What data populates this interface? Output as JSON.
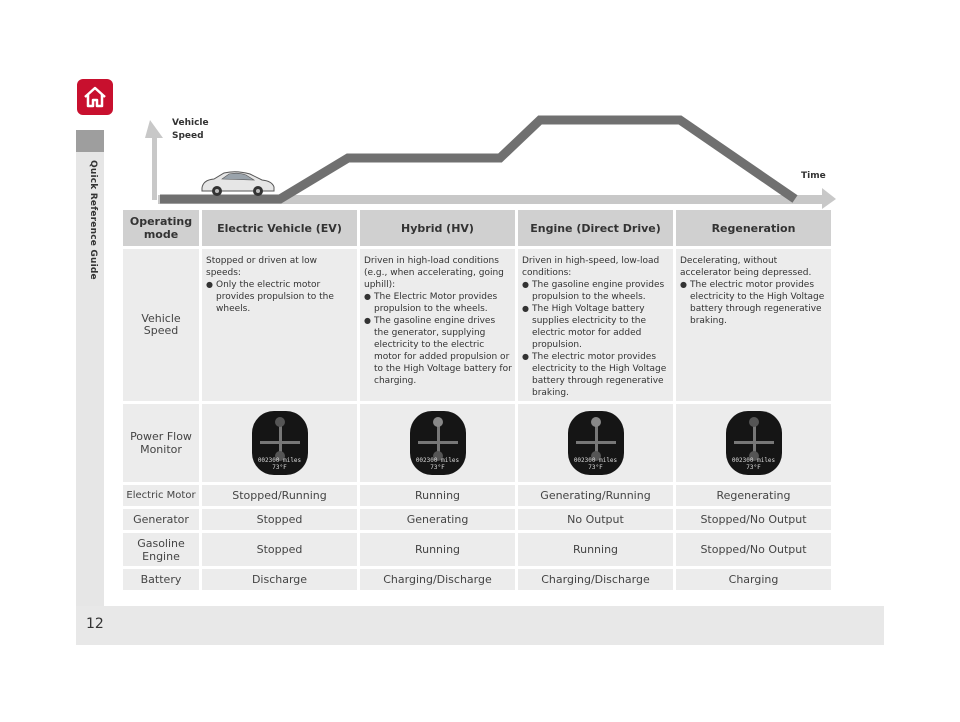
{
  "side_label": "Quick Reference Guide",
  "page_number": "12",
  "chart_labels": {
    "y_axis": "Vehicle\nSpeed",
    "x_axis": "Time"
  },
  "table": {
    "headers": [
      "Operating mode",
      "Electric Vehicle (EV)",
      "Hybrid (HV)",
      "Engine (Direct Drive)",
      "Regeneration"
    ],
    "description_row": {
      "label": "Vehicle Speed",
      "ev": {
        "intro": "Stopped or driven at low speeds:",
        "bullets": [
          "Only the electric motor provides propulsion to the wheels."
        ]
      },
      "hv": {
        "intro": "Driven in high-load conditions (e.g., when accelerating, going uphill):",
        "bullets": [
          "The Electric Motor provides propulsion to the wheels.",
          "The gasoline engine drives the generator, supplying electricity to the electric motor for added propulsion or to the High Voltage battery for charging."
        ]
      },
      "engine": {
        "intro": "Driven in high-speed, low-load conditions:",
        "bullets": [
          "The gasoline engine provides propulsion to the wheels.",
          "The High Voltage battery supplies electricity to the electric motor for added propulsion.",
          "The electric motor provides electricity to the High Voltage battery through regenerative braking."
        ]
      },
      "regen": {
        "intro": "Decelerating, without accelerator being depressed.",
        "bullets": [
          "The electric motor provides electricity to the High Voltage battery through regenerative braking."
        ]
      }
    },
    "monitor_row": {
      "label": "Power Flow Monitor",
      "odometer": "002300 miles",
      "temp": "73°F"
    },
    "rows": [
      {
        "label": "Electric Motor",
        "values": [
          "Stopped/Running",
          "Running",
          "Generating/Running",
          "Regenerating"
        ]
      },
      {
        "label": "Generator",
        "values": [
          "Stopped",
          "Generating",
          "No Output",
          "Stopped/No Output"
        ]
      },
      {
        "label": "Gasoline Engine",
        "values": [
          "Stopped",
          "Running",
          "Running",
          "Stopped/No Output"
        ]
      },
      {
        "label": "Battery",
        "values": [
          "Discharge",
          "Charging/Discharge",
          "Charging/Discharge",
          "Charging"
        ]
      }
    ]
  },
  "colors": {
    "home_button": "#c8102e",
    "header_bg": "#d0d0d0",
    "cell_bg": "#ececec",
    "speed_line": "#707070"
  },
  "icons": [
    "home-icon",
    "car-icon",
    "power-flow-screen-icon"
  ]
}
